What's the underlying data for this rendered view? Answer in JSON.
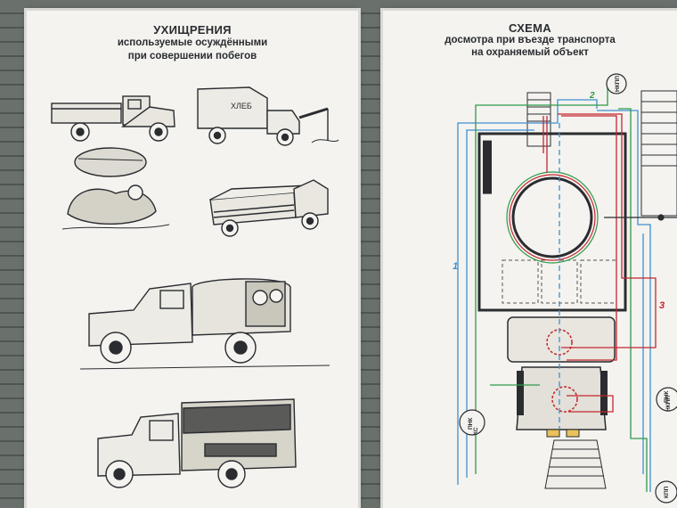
{
  "left_poster": {
    "title": "УХИЩРЕНИЯ",
    "subtitle_line1": "используемые осуждёнными",
    "subtitle_line2": "при совершении побегов",
    "truck_sign": "ХЛЕБ"
  },
  "right_poster": {
    "title": "СХЕМА",
    "subtitle_line1": "досмотра при въезде транспорта",
    "subtitle_line2": "на охраняемый объект",
    "label_nkpp_top": "НКПП",
    "label_route_1": "1",
    "label_route_2": "2",
    "label_route_3": "3",
    "label_pnk_ks_1": "ПНК",
    "label_pnk_ks_2": "КС",
    "label_pnk_nkpp_1": "ПНК",
    "label_pnk_nkpp_2": "НКПП",
    "label_kpp_bottom": "КПП"
  },
  "colors": {
    "route_red": "#c4262e",
    "route_blue": "#3d8fd0",
    "route_green": "#2e9a4a",
    "ink": "#2a2c30"
  }
}
